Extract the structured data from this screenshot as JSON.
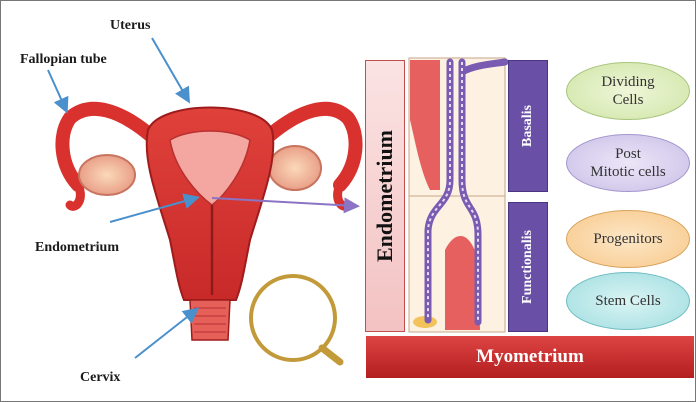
{
  "labels": {
    "uterus": "Uterus",
    "fallopian_tube": "Fallopian tube",
    "endometrium": "Endometrium",
    "cervix": "Cervix"
  },
  "layers": {
    "endometrium": "Endometrium",
    "basalis": "Basalis",
    "functionalis": "Functionalis",
    "myometrium": "Myometrium"
  },
  "cell_types": [
    {
      "line1": "Dividing",
      "line2": "Cells",
      "color": "#cfe5a6"
    },
    {
      "line1": "Post",
      "line2": "Mitotic cells",
      "color": "#c9bfe6"
    },
    {
      "line1": "Progenitors",
      "line2": "",
      "color": "#f7c88a"
    },
    {
      "line1": "Stem Cells",
      "line2": "",
      "color": "#9fdde0"
    }
  ],
  "colors": {
    "arrow": "#4a90cc",
    "purple_arrow": "#8b74c4",
    "band": "#6a4fa6",
    "myometrium": "#c02626"
  }
}
